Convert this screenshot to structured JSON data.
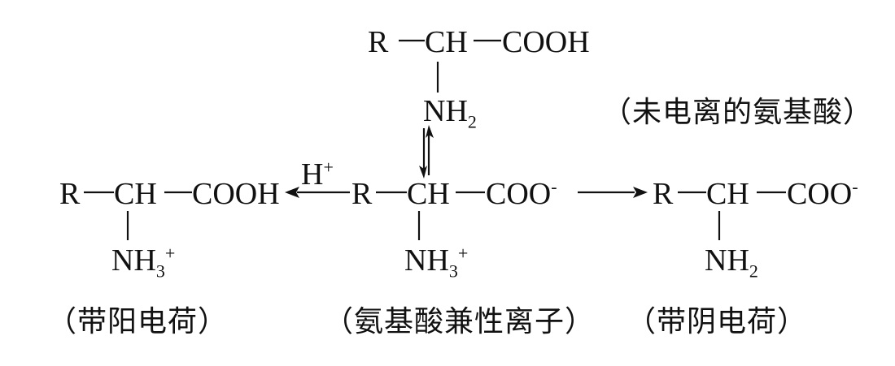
{
  "top": {
    "r": "R",
    "ch": "CH",
    "cooh": "COOH",
    "nh2_main": "NH",
    "nh2_sub": "2",
    "caption": "（未电离的氨基酸）"
  },
  "left": {
    "r": "R",
    "ch": "CH",
    "cooh": "COOH",
    "nh3_main": "NH",
    "nh3_sub": "3",
    "nh3_sup": "+",
    "caption": "（带阳电荷）"
  },
  "middle": {
    "r": "R",
    "ch": "CH",
    "coo": "COO",
    "coo_sup": "-",
    "nh3_main": "NH",
    "nh3_sub": "3",
    "nh3_sup": "+",
    "caption": "（氨基酸兼性离子）"
  },
  "right": {
    "r": "R",
    "ch": "CH",
    "coo": "COO",
    "coo_sup": "-",
    "nh2_main": "NH",
    "nh2_sub": "2",
    "caption": "（带阴电荷）"
  },
  "arrows": {
    "acid_label_main": "H",
    "acid_label_sup": "+"
  }
}
